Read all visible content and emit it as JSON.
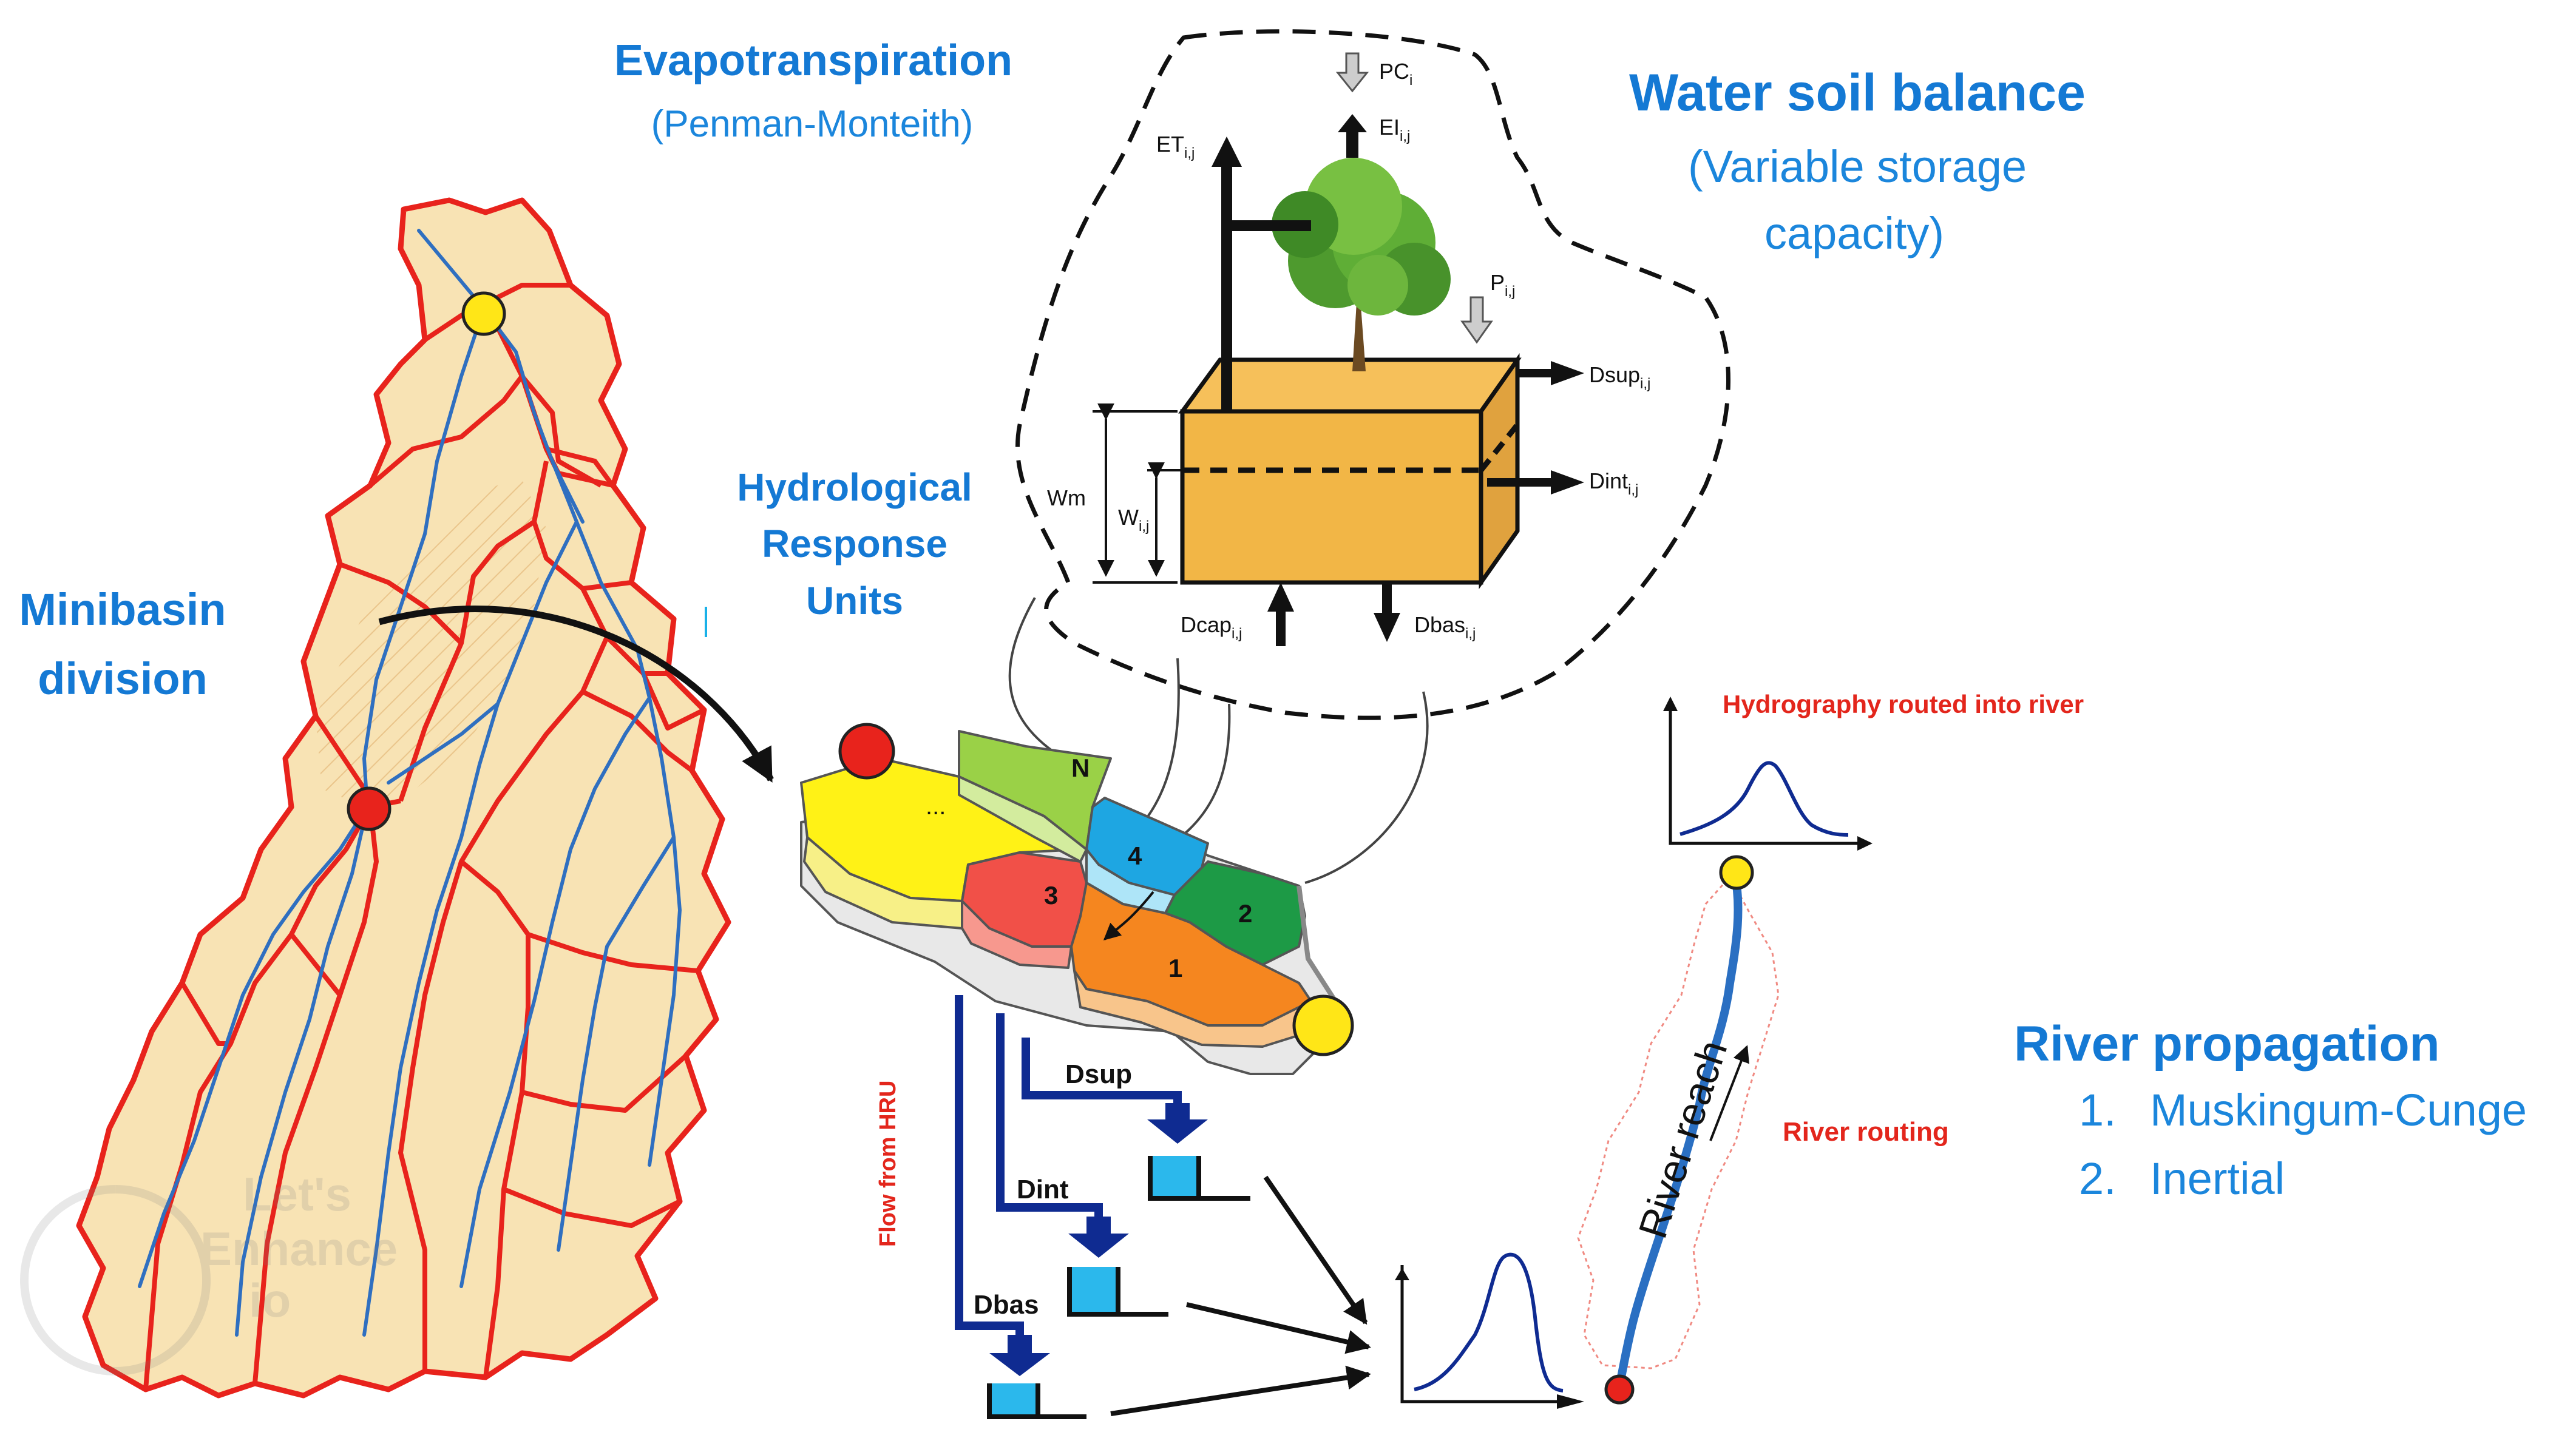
{
  "minibasin": {
    "line1": "Minibasin",
    "line2": "division"
  },
  "evapotranspiration": {
    "title": "Evapotranspiration",
    "subtitle": "(Penman-Monteith)"
  },
  "water_soil_balance": {
    "title": "Water soil balance",
    "sub1": "(Variable storage",
    "sub2": "capacity)"
  },
  "hru": {
    "line1": "Hydrological",
    "line2": "Response",
    "line3": "Units",
    "labels": {
      "n": "N",
      "ellipsis": "...",
      "u4": "4",
      "u3": "3",
      "u2": "2",
      "u1": "1"
    }
  },
  "soil": {
    "pc": "PC",
    "pc_sub": "i",
    "ei": "EI",
    "ei_sub": "i,j",
    "et": "ET",
    "et_sub": "i,j",
    "p": "P",
    "p_sub": "i,j",
    "dsup": "Dsup",
    "dsup_sub": "i,j",
    "dint": "Dint",
    "dint_sub": "i,j",
    "wm": "Wm",
    "w": "W",
    "w_sub": "i,j",
    "dcap": "Dcap",
    "dcap_sub": "i,j",
    "dbas": "Dbas",
    "dbas_sub": "i,j"
  },
  "flow": {
    "vertical": "Flow from HRU",
    "dsup": "Dsup",
    "dint": "Dint",
    "dbas": "Dbas"
  },
  "hydrograph": {
    "title": "Hydrography routed into river"
  },
  "river": {
    "reach": "River reach",
    "routing": "River routing"
  },
  "river_propagation": {
    "title": "River propagation",
    "items": [
      "Muskingum-Cunge",
      "Inertial"
    ],
    "numbers": [
      "1.",
      "2."
    ]
  },
  "watermark": {
    "line1": "Let's",
    "line2": "Enhance",
    "line3": "io"
  },
  "colors": {
    "title_blue": "#1479d4",
    "basin_fill": "#f8e3b4",
    "basin_border": "#e8231c",
    "stream": "#2f6fc0",
    "outlet_red": "#e8231c",
    "outlet_yellow": "#ffe617",
    "soil": "#f2b646",
    "reservoir": "#2bb8ec",
    "flow_pipe": "#0f2b91"
  }
}
